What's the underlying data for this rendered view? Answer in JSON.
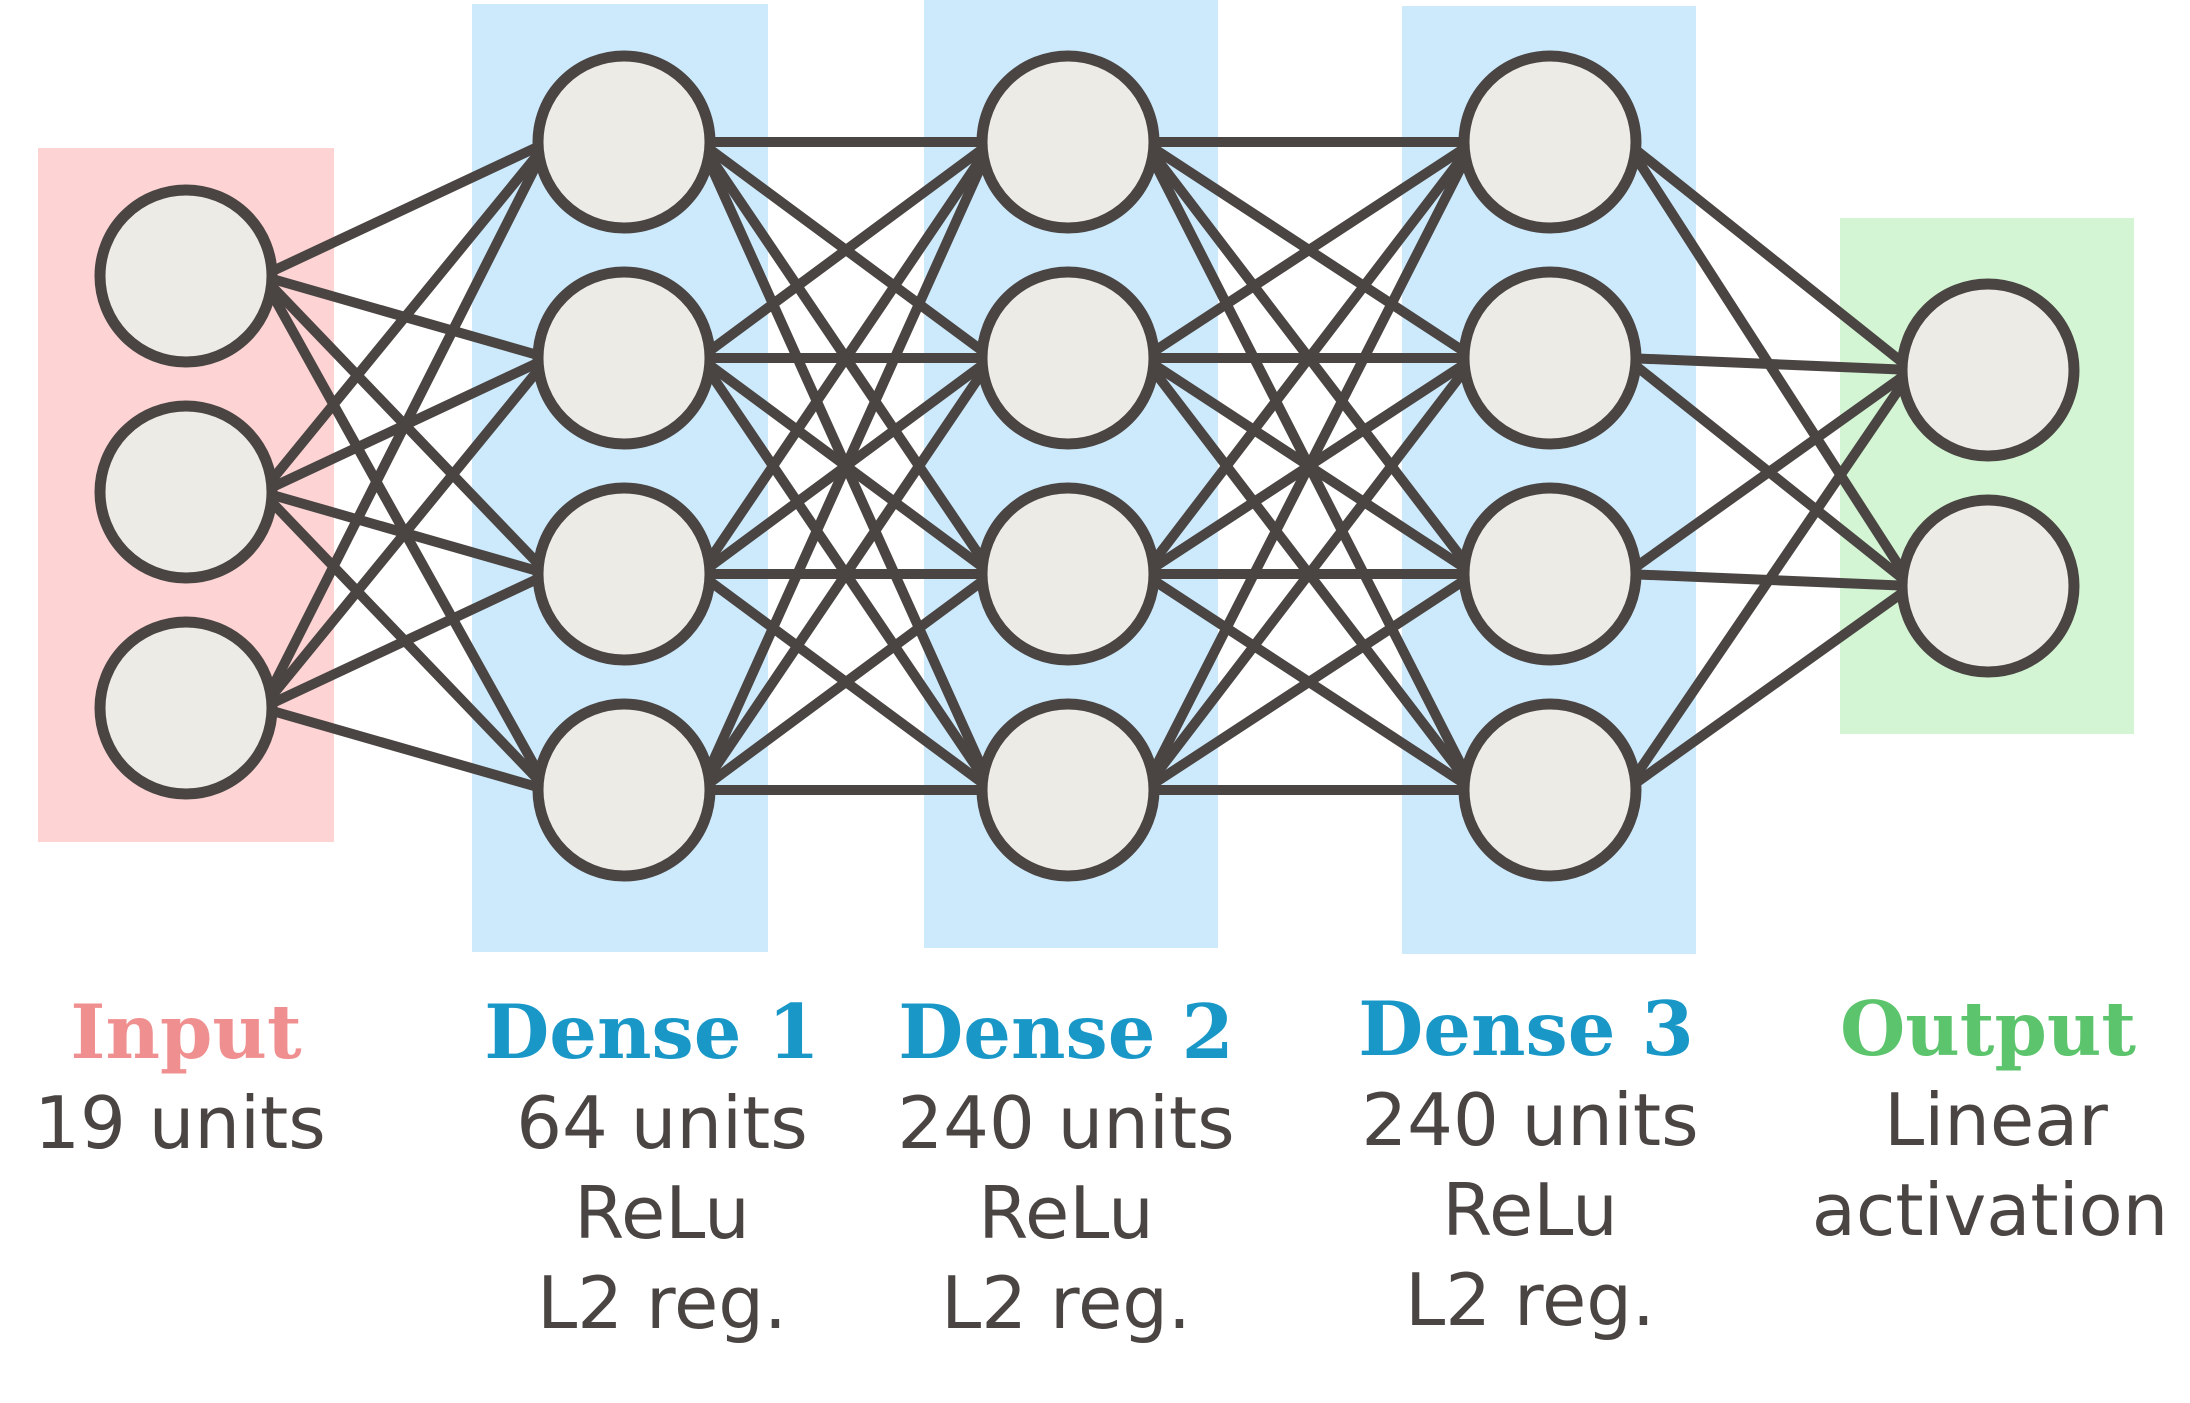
{
  "layers": [
    {
      "id": "input",
      "title": "Input",
      "lines": [
        "19 units"
      ],
      "units": 3,
      "color": "#f08f8f",
      "bg": "#fdd3d3"
    },
    {
      "id": "dense1",
      "title": "Dense 1",
      "lines": [
        "64 units",
        "ReLu",
        "L2 reg."
      ],
      "units": 4,
      "color": "#1998c8",
      "bg": "#cdeafc"
    },
    {
      "id": "dense2",
      "title": "Dense 2",
      "lines": [
        "240 units",
        "ReLu",
        "L2 reg."
      ],
      "units": 4,
      "color": "#1998c8",
      "bg": "#cdeafc"
    },
    {
      "id": "dense3",
      "title": "Dense 3",
      "lines": [
        "240 units",
        "ReLu",
        "L2 reg."
      ],
      "units": 4,
      "color": "#1998c8",
      "bg": "#cdeafc"
    },
    {
      "id": "output",
      "title": "Output",
      "lines": [
        "Linear",
        "activation"
      ],
      "units": 2,
      "color": "#5cc46c",
      "bg": "#d3f5d3"
    }
  ],
  "colors": {
    "edge": "#4a4543",
    "node_fill": "#ecebe6",
    "node_stroke": "#4a4543",
    "text": "#4a4543"
  }
}
